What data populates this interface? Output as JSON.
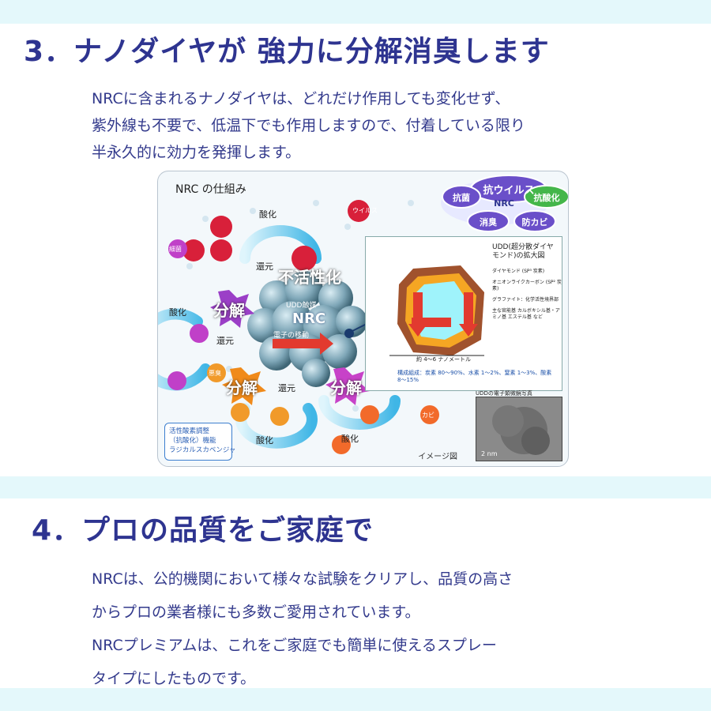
{
  "section3": {
    "heading": "3．ナノダイヤが 強力に分解消臭します",
    "paragraph": [
      "NRCに含まれるナノダイヤは、どれだけ作用しても変化せず、",
      "紫外線も不要で、低温下でも作用しますので、付着している限り",
      "半永久的に効力を発揮します。"
    ]
  },
  "figure": {
    "title": "NRC の仕組み",
    "center_label": "NRC",
    "center_sublabel": "UDD触媒",
    "electron_move": "電子の移動",
    "inactivate": "不活性化",
    "decompose": "分解",
    "oxidize": "酸化",
    "reduce": "還元",
    "virus": "ウイルス",
    "bacteria": "細菌",
    "odor": "悪臭",
    "mold": "カビ",
    "callout": [
      "活性酸素調整",
      "（抗酸化）機能",
      "ラジカルスカベンジャ"
    ],
    "image_label": "イメージ図",
    "badges": {
      "antivirus": "抗ウイルス",
      "antibacterial": "抗菌",
      "antioxidant": "抗酸化",
      "deodorize": "消臭",
      "antimold": "防カビ",
      "center": "NRC"
    },
    "udd": {
      "title": "UDD(超分散ダイヤモンド)の拡大図",
      "scale": "約 4～6 ナノメートル",
      "notes": [
        "ダイヤモンド (SP³ 炭素)",
        "オニオンライクカーボン (SP² 炭素)",
        "グラファイト：化学活性境界部",
        "主な官能基 カルボキシル基・アミノ基 エステル基 など"
      ],
      "composition": "構成組成：炭素 80～90%、水素 1～2%、窒素 1～3%、酸素 8～15%",
      "tem_label": "UDDの電子顕微鏡写真",
      "tem_scale": "2 nm"
    }
  },
  "section4": {
    "heading": "4．プロの品質をご家庭で",
    "paragraph": [
      "NRCは、公的機関において様々な試験をクリアし、品質の高さ",
      "からプロの業者様にも多数ご愛用されています。",
      "NRCプレミアムは、これをご家庭でも簡単に使えるスプレー",
      "タイプにしたものです。"
    ]
  },
  "colors": {
    "heading": "#2e3490",
    "band": "#e4f8fb",
    "badge_purple": "#6a4fc9",
    "badge_green": "#44b64a",
    "arrow_blue": "#3fb6e6",
    "virus_red": "#d8203a"
  }
}
